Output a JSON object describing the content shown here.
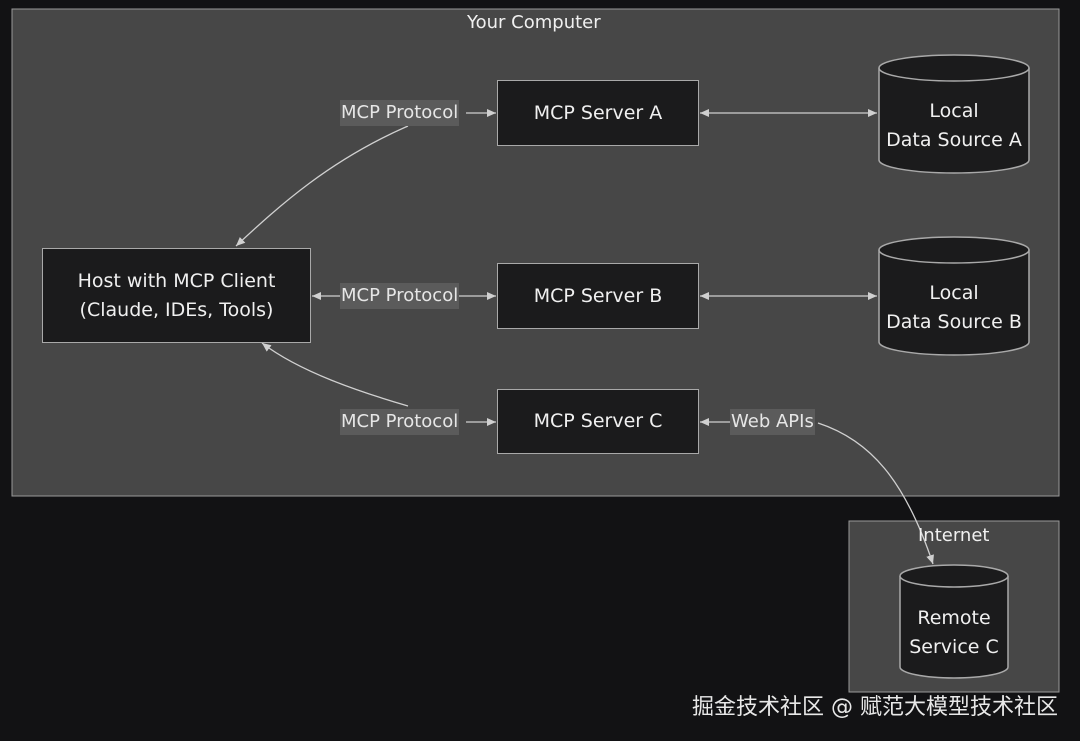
{
  "groups": {
    "your_computer": "Your Computer",
    "internet": "Internet"
  },
  "nodes": {
    "host": {
      "line1": "Host with MCP Client",
      "line2": "(Claude, IDEs, Tools)"
    },
    "server_a": "MCP Server A",
    "server_b": "MCP Server B",
    "server_c": "MCP Server C",
    "data_a": {
      "line1": "Local",
      "line2": "Data Source A"
    },
    "data_b": {
      "line1": "Local",
      "line2": "Data Source B"
    },
    "remote_c": {
      "line1": "Remote",
      "line2": "Service C"
    }
  },
  "edge_labels": {
    "host_a": "MCP Protocol",
    "host_b": "MCP Protocol",
    "host_c": "MCP Protocol",
    "c_remote": "Web APIs"
  },
  "watermark": "掘金技术社区 @ 赋范大模型技术社区",
  "colors": {
    "background": "#121214",
    "group_fill": "#474747",
    "node_fill": "#1b1b1c",
    "stroke": "#a9a9a9",
    "label_fill": "#5b5b5b"
  }
}
